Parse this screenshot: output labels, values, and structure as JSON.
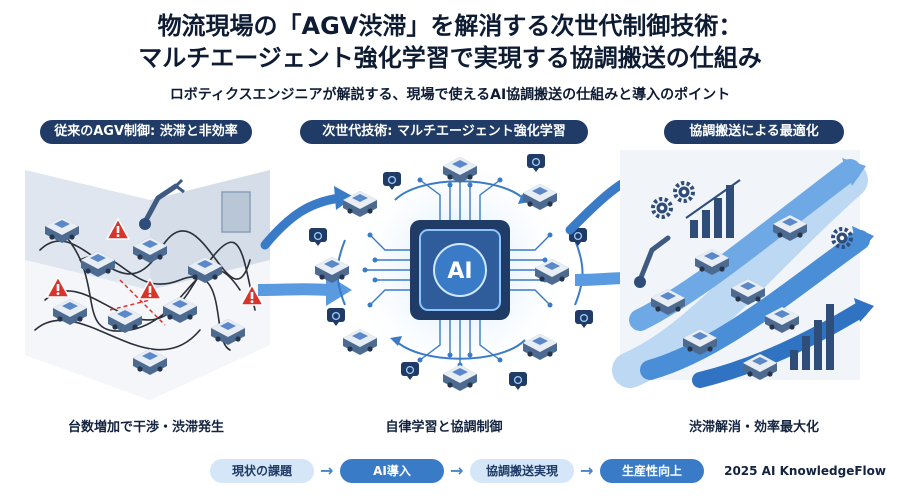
{
  "title": {
    "line1": "物流現場の「AGV渋滞」を解消する次世代制御技術：",
    "line2": "マルチエージェント強化学習で実現する協調搬送の仕組み"
  },
  "subtitle": "ロボティクスエンジニアが解説する、現場で使えるAI協調搬送の仕組みと導入のポイント",
  "panels": [
    {
      "header": "従来のAGV制御: 渋滞と非効率",
      "caption": "台数増加で干渉・渋滞発生"
    },
    {
      "header": "次世代技術: マルチエージェント強化学習",
      "caption": "自律学習と協調制御"
    },
    {
      "header": "協調搬送による最適化",
      "caption": "渋滞解消・効率最大化"
    }
  ],
  "ai_chip_label": "AI",
  "flow": [
    "現状の課題",
    "AI導入",
    "協調搬送実現",
    "生産性向上"
  ],
  "flow_arrow": "→",
  "brand": "2025 AI KnowledgeFlow",
  "colors": {
    "navy": "#1f3b66",
    "accent": "#3a7bc8",
    "warning": "#d9342b",
    "light": "#d4e6f7"
  }
}
